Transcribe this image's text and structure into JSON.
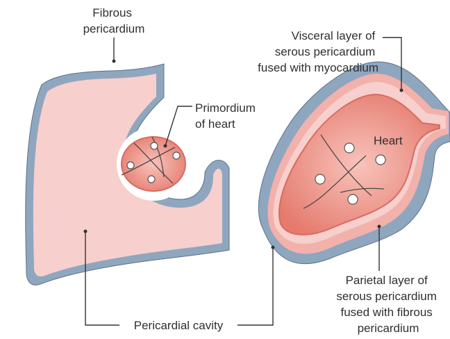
{
  "labels": {
    "fibrous_pericardium": [
      "Fibrous",
      "pericardium"
    ],
    "primordium_of_heart": [
      "Primordium",
      "of heart"
    ],
    "visceral_layer": [
      "Visceral layer of",
      "serous pericardium",
      "fused with myocardium"
    ],
    "heart": "Heart",
    "parietal_layer": [
      "Parietal layer of",
      "serous pericardium",
      "fused with fibrous",
      "pericardium"
    ],
    "pericardial_cavity": "Pericardial cavity"
  },
  "colors": {
    "outer_wall": "#8fa6bf",
    "outer_wall_edge": "#5d7088",
    "pericardial_cavity": "#f7cfcc",
    "heart_light": "#f8c3bb",
    "heart_dark": "#e57a6d",
    "heart_edge": "#d86b63",
    "leader_line": "#333333",
    "text": "#2f2f2f"
  }
}
